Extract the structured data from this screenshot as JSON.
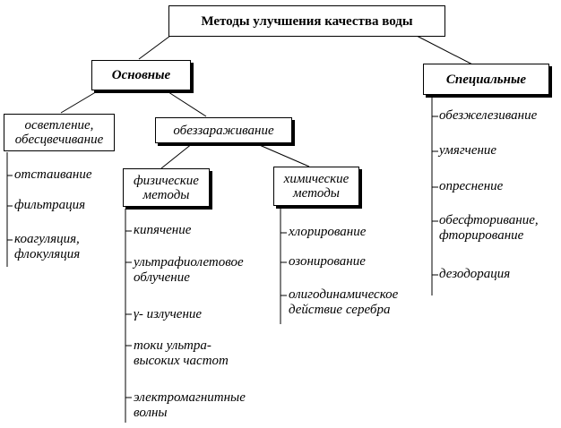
{
  "root": "Методы улучшения качества воды",
  "basic": {
    "label": "Основные",
    "clarification": {
      "label": "осветление, обесцвечивание",
      "items": [
        "отстаивание",
        "фильтрация",
        "коагуляция, флокуляция"
      ]
    },
    "disinfection": {
      "label": "обеззараживание",
      "physical": {
        "label": "физические методы",
        "items": [
          "кипячение",
          "ультрафиолетовое облучение",
          "γ- излучение",
          "токи ультра- высоких частот",
          "электромагнитные волны"
        ]
      },
      "chemical": {
        "label": "химические методы",
        "items": [
          "хлорирование",
          "озонирование",
          "олигодинамическое действие серебра"
        ]
      }
    }
  },
  "special": {
    "label": "Специальные",
    "items": [
      "обезжелезивание",
      "умягчение",
      "опреснение",
      "обесфторивание, фторирование",
      "дезодорация"
    ]
  }
}
